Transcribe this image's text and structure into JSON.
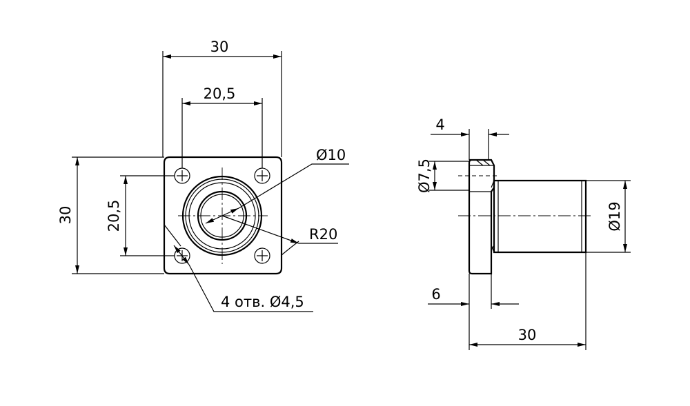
{
  "front_view": {
    "width_label": "30",
    "hole_spacing_h_label": "20,5",
    "height_label": "30",
    "hole_spacing_v_label": "20,5",
    "bore_label": "Ø10",
    "radius_label": "R20",
    "holes_label": "4 отв. Ø4,5"
  },
  "side_view": {
    "flange_thickness_label": "4",
    "flange_diameter_label": "Ø7,5",
    "body_diameter_label": "Ø19",
    "shoulder_label": "6",
    "length_label": "30"
  }
}
